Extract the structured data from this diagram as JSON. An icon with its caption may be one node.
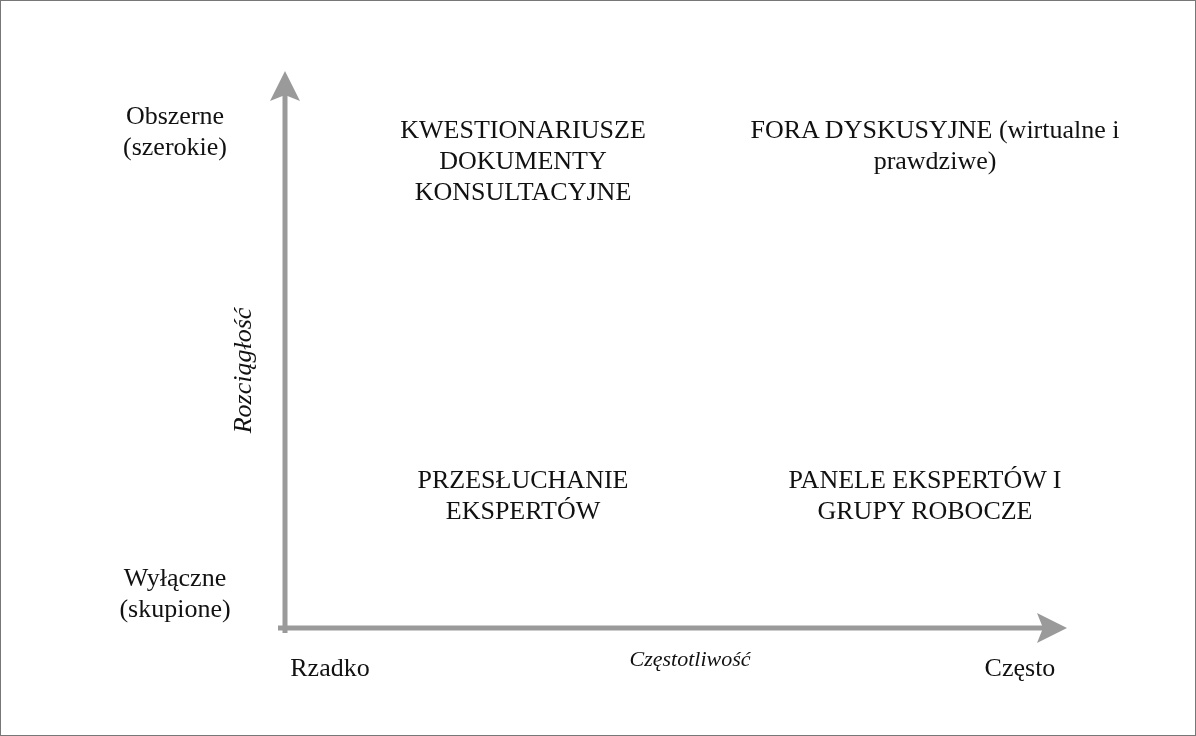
{
  "diagram": {
    "labels": [
      "Obszerne (szerokie)",
      "KWESTIONARIUSZE",
      "DOKUMENTY KONSULTACYJNE",
      "FORA DYSKUSYJNE (wirtualne i prawdziwe)",
      "Rozciągłość",
      "PRZESŁUCHANIE EKSPERTÓW",
      "PANELE EKSPERTÓW I GRUPY ROBOCZE",
      "Wyłączne (skupione)",
      "Rzadko",
      "Częstotliwość",
      "Często"
    ]
  }
}
